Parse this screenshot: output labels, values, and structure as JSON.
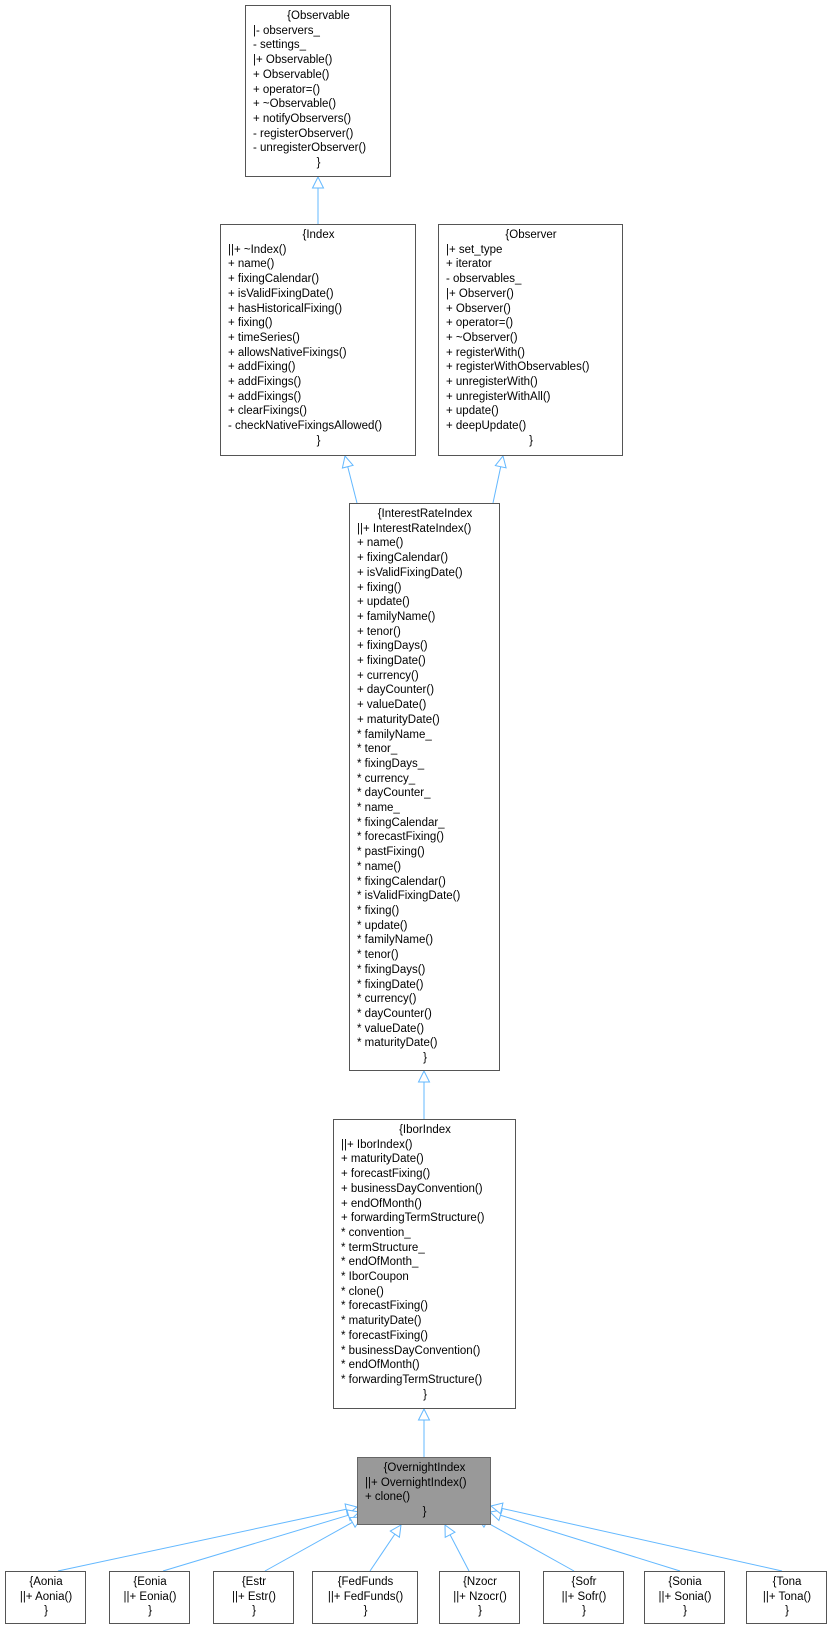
{
  "diagram": {
    "edge_color": "#63b8ff",
    "focus_fill": "#999999",
    "nodes": {
      "observable": {
        "title": "{Observable",
        "lines": [
          "|- observers_",
          "- settings_",
          "|+ Observable()",
          "+ Observable()",
          "+ operator=()",
          "+ ~Observable()",
          "+ notifyObservers()",
          "- registerObserver()",
          "- unregisterObserver()"
        ],
        "close": "}"
      },
      "index": {
        "title": "{Index",
        "lines": [
          "||+ ~Index()",
          "+ name()",
          "+ fixingCalendar()",
          "+ isValidFixingDate()",
          "+ hasHistoricalFixing()",
          "+ fixing()",
          "+ timeSeries()",
          "+ allowsNativeFixings()",
          "+ addFixing()",
          "+ addFixings()",
          "+ addFixings()",
          "+ clearFixings()",
          "- checkNativeFixingsAllowed()"
        ],
        "close": "}"
      },
      "observer": {
        "title": "{Observer",
        "lines": [
          "|+ set_type",
          "+ iterator",
          "- observables_",
          "|+ Observer()",
          "+ Observer()",
          "+ operator=()",
          "+ ~Observer()",
          "+ registerWith()",
          "+ registerWithObservables()",
          "+ unregisterWith()",
          "+ unregisterWithAll()",
          "+ update()",
          "+ deepUpdate()"
        ],
        "close": "}"
      },
      "interestrateindex": {
        "title": "{InterestRateIndex",
        "lines": [
          "||+ InterestRateIndex()",
          "+ name()",
          "+ fixingCalendar()",
          "+ isValidFixingDate()",
          "+ fixing()",
          "+ update()",
          "+ familyName()",
          "+ tenor()",
          "+ fixingDays()",
          "+ fixingDate()",
          "+ currency()",
          "+ dayCounter()",
          "+ valueDate()",
          "+ maturityDate()",
          "* familyName_",
          "* tenor_",
          "* fixingDays_",
          "* currency_",
          "* dayCounter_",
          "* name_",
          "* fixingCalendar_",
          "* forecastFixing()",
          "* pastFixing()",
          "* name()",
          "* fixingCalendar()",
          "* isValidFixingDate()",
          "* fixing()",
          "* update()",
          "* familyName()",
          "* tenor()",
          "* fixingDays()",
          "* fixingDate()",
          "* currency()",
          "* dayCounter()",
          "* valueDate()",
          "* maturityDate()"
        ],
        "close": "}"
      },
      "iborindex": {
        "title": "{IborIndex",
        "lines": [
          "||+ IborIndex()",
          "+ maturityDate()",
          "+ forecastFixing()",
          "+ businessDayConvention()",
          "+ endOfMonth()",
          "+ forwardingTermStructure()",
          "* convention_",
          "* termStructure_",
          "* endOfMonth_",
          "* IborCoupon",
          "* clone()",
          "* forecastFixing()",
          "* maturityDate()",
          "* forecastFixing()",
          "* businessDayConvention()",
          "* endOfMonth()",
          "* forwardingTermStructure()"
        ],
        "close": "}"
      },
      "overnightindex": {
        "title": "{OvernightIndex",
        "lines": [
          "||+ OvernightIndex()",
          "+ clone()"
        ],
        "close": "}"
      },
      "aonia": {
        "title": "{Aonia",
        "lines": [
          "||+ Aonia()"
        ],
        "close": "}"
      },
      "eonia": {
        "title": "{Eonia",
        "lines": [
          "||+ Eonia()"
        ],
        "close": "}"
      },
      "estr": {
        "title": "{Estr",
        "lines": [
          "||+ Estr()"
        ],
        "close": "}"
      },
      "fedfunds": {
        "title": "{FedFunds",
        "lines": [
          "||+ FedFunds()"
        ],
        "close": "}"
      },
      "nzocr": {
        "title": "{Nzocr",
        "lines": [
          "||+ Nzocr()"
        ],
        "close": "}"
      },
      "sofr": {
        "title": "{Sofr",
        "lines": [
          "||+ Sofr()"
        ],
        "close": "}"
      },
      "sonia": {
        "title": "{Sonia",
        "lines": [
          "||+ Sonia()"
        ],
        "close": "}"
      },
      "tona": {
        "title": "{Tona",
        "lines": [
          "||+ Tona()"
        ],
        "close": "}"
      }
    }
  }
}
